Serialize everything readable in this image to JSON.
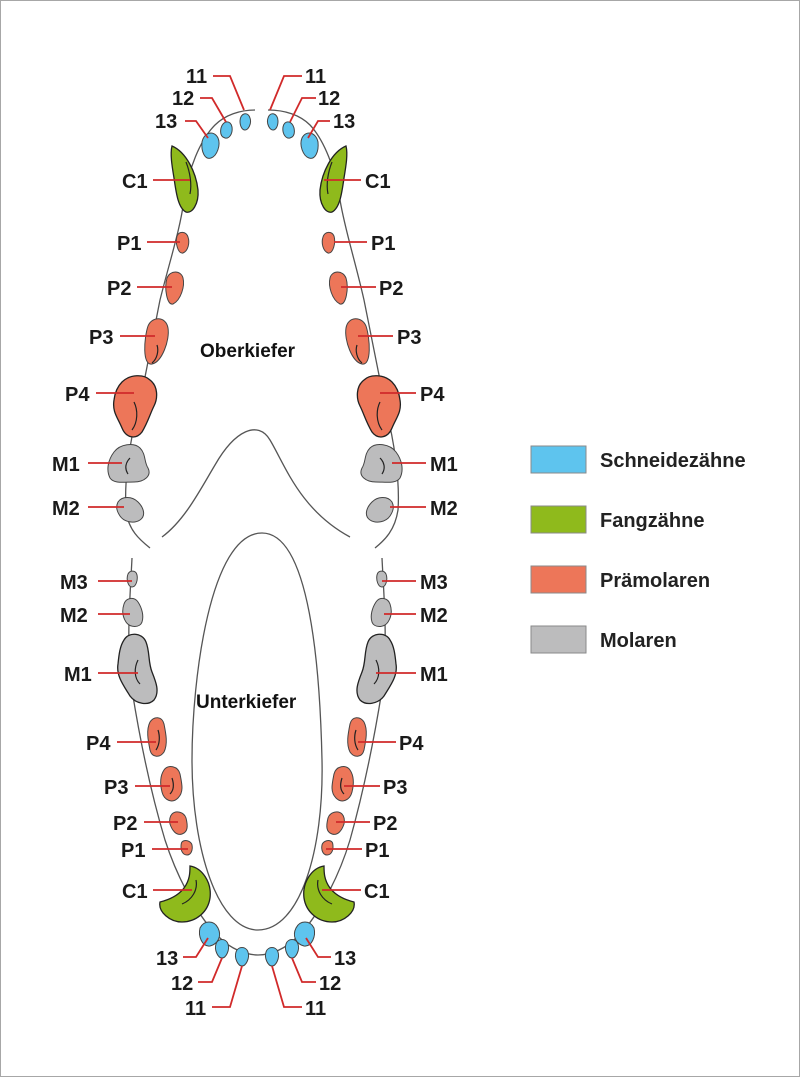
{
  "colors": {
    "incisor": "#5ec4ee",
    "canine": "#8fba1c",
    "premolar": "#ed7659",
    "molar": "#bcbcbd",
    "leader_line": "#d12a2a"
  },
  "jaws": {
    "upper_label": "Oberkiefer",
    "lower_label": "Unterkiefer"
  },
  "upper_teeth": {
    "left": [
      "11",
      "12",
      "13",
      "C1",
      "P1",
      "P2",
      "P3",
      "P4",
      "M1",
      "M2"
    ],
    "right": [
      "11",
      "12",
      "13",
      "C1",
      "P1",
      "P2",
      "P3",
      "P4",
      "M1",
      "M2"
    ]
  },
  "lower_teeth": {
    "left": [
      "M3",
      "M2",
      "M1",
      "P4",
      "P3",
      "P2",
      "P1",
      "C1",
      "13",
      "12",
      "11"
    ],
    "right": [
      "M3",
      "M2",
      "M1",
      "P4",
      "P3",
      "P2",
      "P1",
      "C1",
      "13",
      "12",
      "11"
    ]
  },
  "legend": [
    {
      "key": "incisor",
      "label": "Schneidezähne"
    },
    {
      "key": "canine",
      "label": "Fangzähne"
    },
    {
      "key": "premolar",
      "label": "Prämolaren"
    },
    {
      "key": "molar",
      "label": "Molaren"
    }
  ]
}
